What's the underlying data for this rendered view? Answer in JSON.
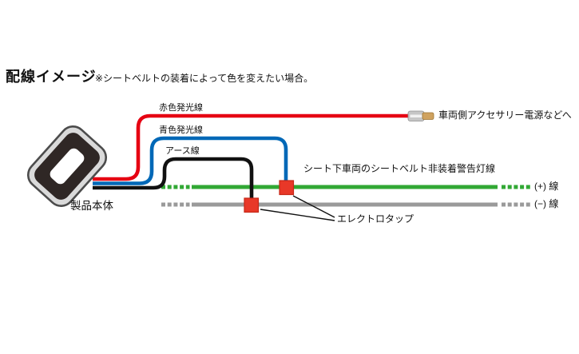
{
  "page": {
    "title": "配線イメージ",
    "note": "※シートベルトの装着によって色を変えたい場合。"
  },
  "device": {
    "label": "製品本体",
    "body_color": "#2f2725",
    "ring_color": "#dadada",
    "outline_color": "#4c4c4c",
    "hole_color": "#ffffff"
  },
  "wires": {
    "red": {
      "label": "赤色発光線",
      "color": "#e60012",
      "destination_label": "車両側アクセサリー電源などへ"
    },
    "blue": {
      "label": "青色発光線",
      "color": "#0068b7"
    },
    "ground": {
      "label": "アース線",
      "color": "#111111"
    }
  },
  "connector": {
    "body_color": "#c6c6c6",
    "body_stroke": "#8f8f8f",
    "highlight_color": "#f2f2f2",
    "tip_color": "#cfa25f",
    "tip_stroke": "#9b7433"
  },
  "vehicle_lines": {
    "title": "シート下車両のシートベルト非装着警告灯線",
    "plus": {
      "label": "(+) 線",
      "color": "#31a834"
    },
    "minus": {
      "label": "(−) 線",
      "color": "#9a9a9a"
    }
  },
  "taps": {
    "label": "エレクトロタップ",
    "color": "#e83828",
    "border_color": "#c62717"
  }
}
